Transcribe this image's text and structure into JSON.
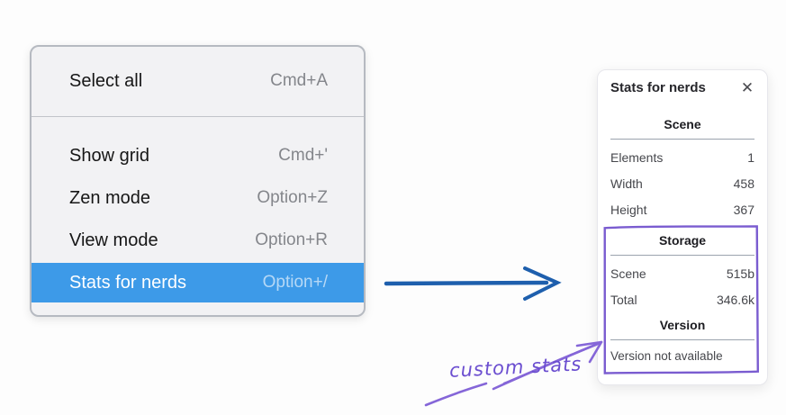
{
  "context_menu": {
    "items": [
      {
        "label": "Select all",
        "shortcut": "Cmd+A",
        "selected": false
      },
      {
        "label": "Show grid",
        "shortcut": "Cmd+'",
        "selected": false
      },
      {
        "label": "Zen mode",
        "shortcut": "Option+Z",
        "selected": false
      },
      {
        "label": "View mode",
        "shortcut": "Option+R",
        "selected": false
      },
      {
        "label": "Stats for nerds",
        "shortcut": "Option+/",
        "selected": true
      }
    ],
    "highlight_color": "#3d9ae8"
  },
  "stats_panel": {
    "title": "Stats for nerds",
    "close_icon": "✕",
    "sections": {
      "scene": {
        "header": "Scene",
        "rows": [
          {
            "label": "Elements",
            "value": "1"
          },
          {
            "label": "Width",
            "value": "458"
          },
          {
            "label": "Height",
            "value": "367"
          }
        ]
      },
      "storage": {
        "header": "Storage",
        "rows": [
          {
            "label": "Scene",
            "value": "515b"
          },
          {
            "label": "Total",
            "value": "346.6k"
          }
        ]
      },
      "version": {
        "header": "Version",
        "note": "Version not available"
      }
    }
  },
  "annotations": {
    "custom_stats_label": "custom stats",
    "purple_color": "#7a5cd0",
    "blue_arrow_color": "#1e5fad"
  }
}
